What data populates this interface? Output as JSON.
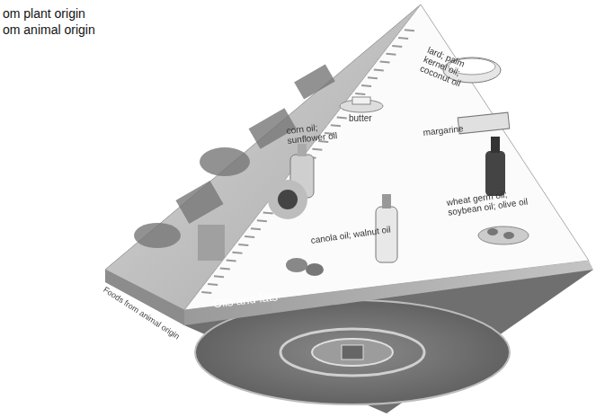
{
  "diagram": {
    "nodes": [
      {
        "text": [
          "Oils and fats"
        ]
      }
    ],
    "labels": [
      "lard; palm kernel oil; coconut oil",
      "butter",
      "margarine",
      "corn oil; sunflower oil",
      "wheat germ oil; soybean oil; olive oil",
      "canola oil; walnut oil",
      "Foods from animal origin"
    ],
    "legend": [
      {
        "text": "om plant origin"
      },
      {
        "text": "om animal origin"
      }
    ]
  }
}
